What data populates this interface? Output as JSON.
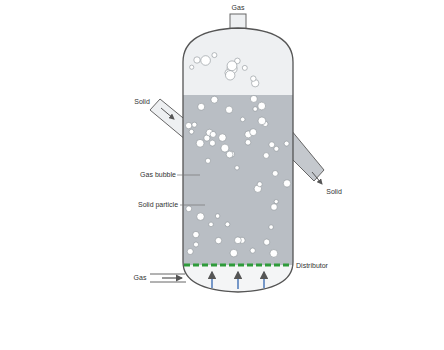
{
  "diagram": {
    "labels": [
      "Gas",
      "Solid",
      "Gas bubble",
      "Solid particle",
      "Gas",
      "Distributor",
      "Solid"
    ]
  }
}
